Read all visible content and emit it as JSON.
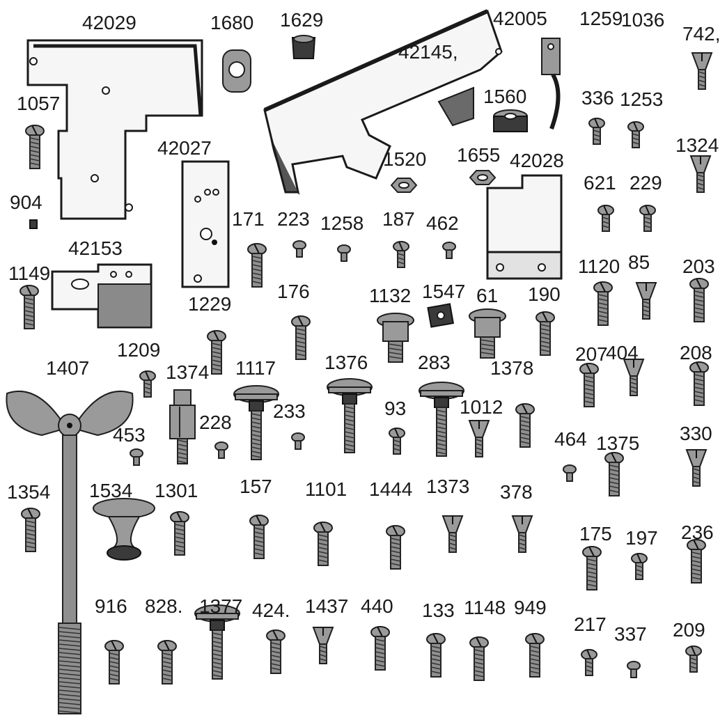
{
  "parts": [
    {
      "id": "p42029",
      "label": "42029",
      "kind": "plate-l"
    },
    {
      "id": "p1680",
      "label": "1680",
      "kind": "eyelet"
    },
    {
      "id": "p1629",
      "label": "1629",
      "kind": "nut"
    },
    {
      "id": "p42005",
      "label": "42005",
      "kind": "spring-clip"
    },
    {
      "id": "p1259",
      "label": "1259",
      "kind": "screw-short"
    },
    {
      "id": "p1036",
      "label": "1036",
      "kind": "screw-short"
    },
    {
      "id": "p742",
      "label": "742,",
      "kind": "screw-cone"
    },
    {
      "id": "p42145",
      "label": "42145,",
      "kind": "cover-plate"
    },
    {
      "id": "p1057",
      "label": "1057",
      "kind": "screw-long"
    },
    {
      "id": "p1560",
      "label": "1560",
      "kind": "collar"
    },
    {
      "id": "p336",
      "label": "336",
      "kind": "screw-small"
    },
    {
      "id": "p1253",
      "label": "1253",
      "kind": "screw-small"
    },
    {
      "id": "p42027",
      "label": "42027",
      "kind": "plate-tall"
    },
    {
      "id": "p1324",
      "label": "1324",
      "kind": "screw-cone"
    },
    {
      "id": "p1520",
      "label": "1520",
      "kind": "hex-nut"
    },
    {
      "id": "p1655",
      "label": "1655",
      "kind": "hex-nut"
    },
    {
      "id": "p42028",
      "label": "42028",
      "kind": "plate-square"
    },
    {
      "id": "p904",
      "label": "904",
      "kind": "tiny"
    },
    {
      "id": "p621",
      "label": "621",
      "kind": "screw-small"
    },
    {
      "id": "p229",
      "label": "229",
      "kind": "screw-small"
    },
    {
      "id": "p171",
      "label": "171",
      "kind": "screw-long"
    },
    {
      "id": "p223",
      "label": "223",
      "kind": "screw-mini"
    },
    {
      "id": "p1258",
      "label": "1258",
      "kind": "screw-mini"
    },
    {
      "id": "p187",
      "label": "187",
      "kind": "screw-small"
    },
    {
      "id": "p462",
      "label": "462",
      "kind": "screw-mini"
    },
    {
      "id": "p42153",
      "label": "42153",
      "kind": "plate-bracket"
    },
    {
      "id": "p1149",
      "label": "1149",
      "kind": "screw-long"
    },
    {
      "id": "p1120",
      "label": "1120",
      "kind": "screw-long"
    },
    {
      "id": "p85",
      "label": "85",
      "kind": "screw-cone"
    },
    {
      "id": "p203",
      "label": "203",
      "kind": "screw-long"
    },
    {
      "id": "p176",
      "label": "176",
      "kind": "screw-long"
    },
    {
      "id": "p1132",
      "label": "1132",
      "kind": "stud-wide"
    },
    {
      "id": "p1547",
      "label": "1547",
      "kind": "square-nut"
    },
    {
      "id": "p61",
      "label": "61",
      "kind": "stud-wide"
    },
    {
      "id": "p190",
      "label": "190",
      "kind": "screw-long"
    },
    {
      "id": "p1229",
      "label": "1229",
      "kind": "screw-long"
    },
    {
      "id": "p1209",
      "label": "1209",
      "kind": "screw-small"
    },
    {
      "id": "p207",
      "label": "207",
      "kind": "screw-long"
    },
    {
      "id": "p404",
      "label": "404",
      "kind": "screw-cone"
    },
    {
      "id": "p208",
      "label": "208",
      "kind": "screw-long"
    },
    {
      "id": "p1407",
      "label": "1407",
      "kind": "wing-bolt"
    },
    {
      "id": "p1374",
      "label": "1374",
      "kind": "hex-stud"
    },
    {
      "id": "p1117",
      "label": "1117",
      "kind": "thumb-screw"
    },
    {
      "id": "p1376",
      "label": "1376",
      "kind": "thumb-screw"
    },
    {
      "id": "p283",
      "label": "283",
      "kind": "thumb-screw"
    },
    {
      "id": "p1378",
      "label": "1378",
      "kind": "screw-long"
    },
    {
      "id": "p228",
      "label": "228",
      "kind": "screw-mini"
    },
    {
      "id": "p233",
      "label": "233",
      "kind": "screw-mini"
    },
    {
      "id": "p93",
      "label": "93",
      "kind": "screw-small"
    },
    {
      "id": "p1012",
      "label": "1012",
      "kind": "screw-cone"
    },
    {
      "id": "p453",
      "label": "453",
      "kind": "screw-mini"
    },
    {
      "id": "p464",
      "label": "464",
      "kind": "screw-mini"
    },
    {
      "id": "p1375",
      "label": "1375",
      "kind": "screw-long"
    },
    {
      "id": "p330",
      "label": "330",
      "kind": "screw-cone"
    },
    {
      "id": "p1354",
      "label": "1354",
      "kind": "screw-long"
    },
    {
      "id": "p1534",
      "label": "1534",
      "kind": "knob"
    },
    {
      "id": "p1301",
      "label": "1301",
      "kind": "screw-long"
    },
    {
      "id": "p157",
      "label": "157",
      "kind": "screw-long"
    },
    {
      "id": "p1101",
      "label": "1101",
      "kind": "screw-long"
    },
    {
      "id": "p1444",
      "label": "1444",
      "kind": "screw-long"
    },
    {
      "id": "p1373",
      "label": "1373",
      "kind": "screw-cone"
    },
    {
      "id": "p378",
      "label": "378",
      "kind": "screw-cone"
    },
    {
      "id": "p175",
      "label": "175",
      "kind": "screw-long"
    },
    {
      "id": "p197",
      "label": "197",
      "kind": "screw-small"
    },
    {
      "id": "p236",
      "label": "236",
      "kind": "screw-long"
    },
    {
      "id": "p916",
      "label": "916",
      "kind": "screw-long"
    },
    {
      "id": "p828",
      "label": "828.",
      "kind": "screw-long"
    },
    {
      "id": "p1377",
      "label": "1377",
      "kind": "thumb-screw"
    },
    {
      "id": "p424",
      "label": "424.",
      "kind": "screw-long"
    },
    {
      "id": "p1437",
      "label": "1437",
      "kind": "screw-cone"
    },
    {
      "id": "p440",
      "label": "440",
      "kind": "screw-long"
    },
    {
      "id": "p133",
      "label": "133",
      "kind": "screw-long"
    },
    {
      "id": "p1148",
      "label": "1148",
      "kind": "screw-long"
    },
    {
      "id": "p949",
      "label": "949",
      "kind": "screw-long"
    },
    {
      "id": "p217",
      "label": "217",
      "kind": "screw-small"
    },
    {
      "id": "p337",
      "label": "337",
      "kind": "screw-mini"
    },
    {
      "id": "p209",
      "label": "209",
      "kind": "screw-small"
    }
  ]
}
